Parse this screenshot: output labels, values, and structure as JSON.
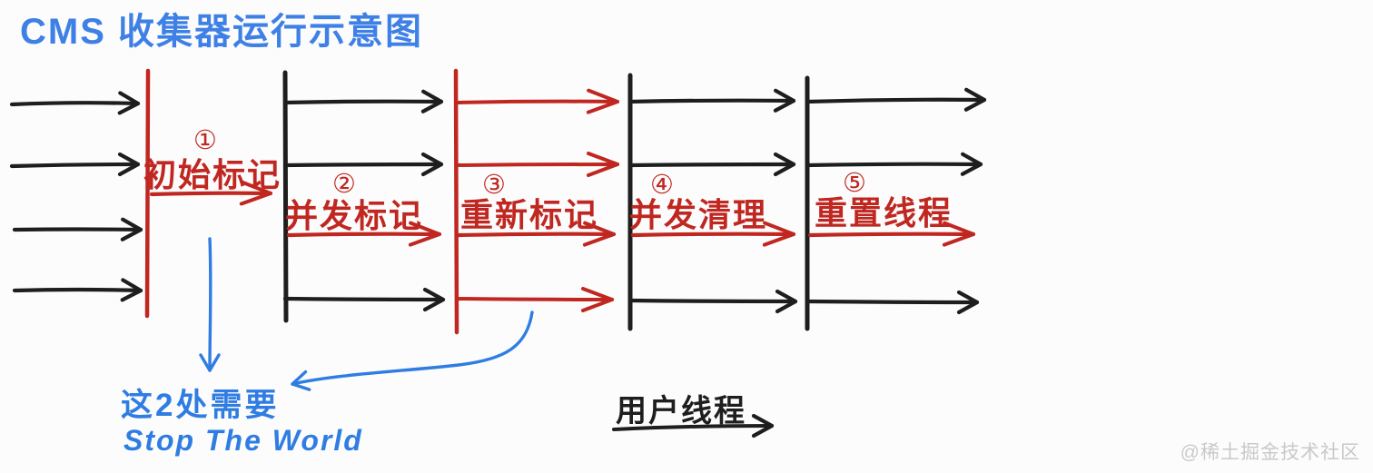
{
  "title": "CMS 收集器运行示意图",
  "phases": [
    {
      "num": "①",
      "label": "初始标记"
    },
    {
      "num": "②",
      "label": "并发标记"
    },
    {
      "num": "③",
      "label": "重新标记"
    },
    {
      "num": "④",
      "label": "并发清理"
    },
    {
      "num": "⑤",
      "label": "重置线程"
    }
  ],
  "annotation": {
    "line1": "这2处需要",
    "line2": "Stop The World"
  },
  "legend": {
    "label": "用户线程"
  },
  "watermark": "@稀土掘金技术社区",
  "colors": {
    "red": "#c02721",
    "black": "#1e1e1e",
    "blue": "#2f7de2",
    "title_blue": "#3e80e6",
    "watermark": "#c9c9c9",
    "background": "#fcfcfc"
  }
}
